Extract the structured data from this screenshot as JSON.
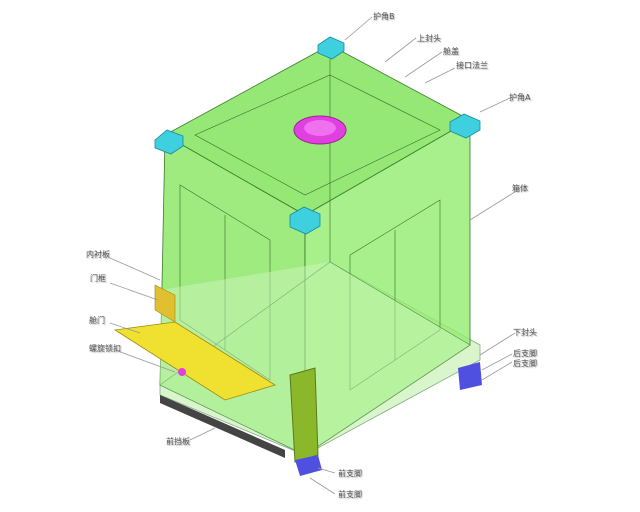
{
  "labels": {
    "corner_b": "护角B",
    "top_head": "上封头",
    "hatch_cover": "舱盖",
    "port_flange": "接口法兰",
    "corner_a": "护角A",
    "tank_body": "箱体",
    "inner_liner": "内衬板",
    "door_frame": "门框",
    "hatch_door": "舱门",
    "screw_lock": "螺旋锁扣",
    "front_panel": "前挡板",
    "bottom_head": "下封头",
    "rear_leg_1": "后支脚",
    "rear_leg_2": "后支脚",
    "front_leg_1": "前支脚",
    "front_leg_2": "前支脚"
  },
  "colors": {
    "body": "#7ee05a",
    "corner": "#3fd0e0",
    "hatch": "#e040e0",
    "door": "#f0e030",
    "leg": "#5050e0"
  }
}
